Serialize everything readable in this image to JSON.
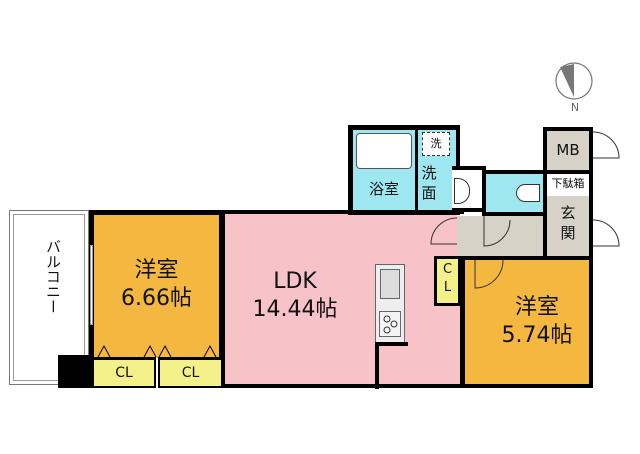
{
  "floorplan": {
    "colors": {
      "western_room": "#f4b740",
      "ldk": "#f7c3c8",
      "wet_area": "#9ee6f0",
      "hall": "#d6d2c8",
      "closet": "#f4f08a",
      "wall": "#000000",
      "balcony": "#ffffff"
    },
    "rooms": {
      "balcony": {
        "label": "バルコニー"
      },
      "western_room_1": {
        "label": "洋室",
        "area": "6.66帖"
      },
      "ldk": {
        "label": "LDK",
        "area": "14.44帖"
      },
      "western_room_2": {
        "label": "洋室",
        "area": "5.74帖"
      },
      "bathroom": {
        "label": "浴室"
      },
      "washroom": {
        "label_line1": "洗",
        "label_line2": "面"
      },
      "washer": {
        "label": "洗"
      },
      "mb": {
        "label": "MB"
      },
      "shoe_box": {
        "label": "下駄箱"
      },
      "entrance": {
        "label_line1": "玄",
        "label_line2": "関"
      }
    },
    "closets": [
      {
        "label": "CL"
      },
      {
        "label": "CL"
      },
      {
        "label_line1": "C",
        "label_line2": "L"
      }
    ],
    "compass": {
      "label": "N"
    }
  }
}
